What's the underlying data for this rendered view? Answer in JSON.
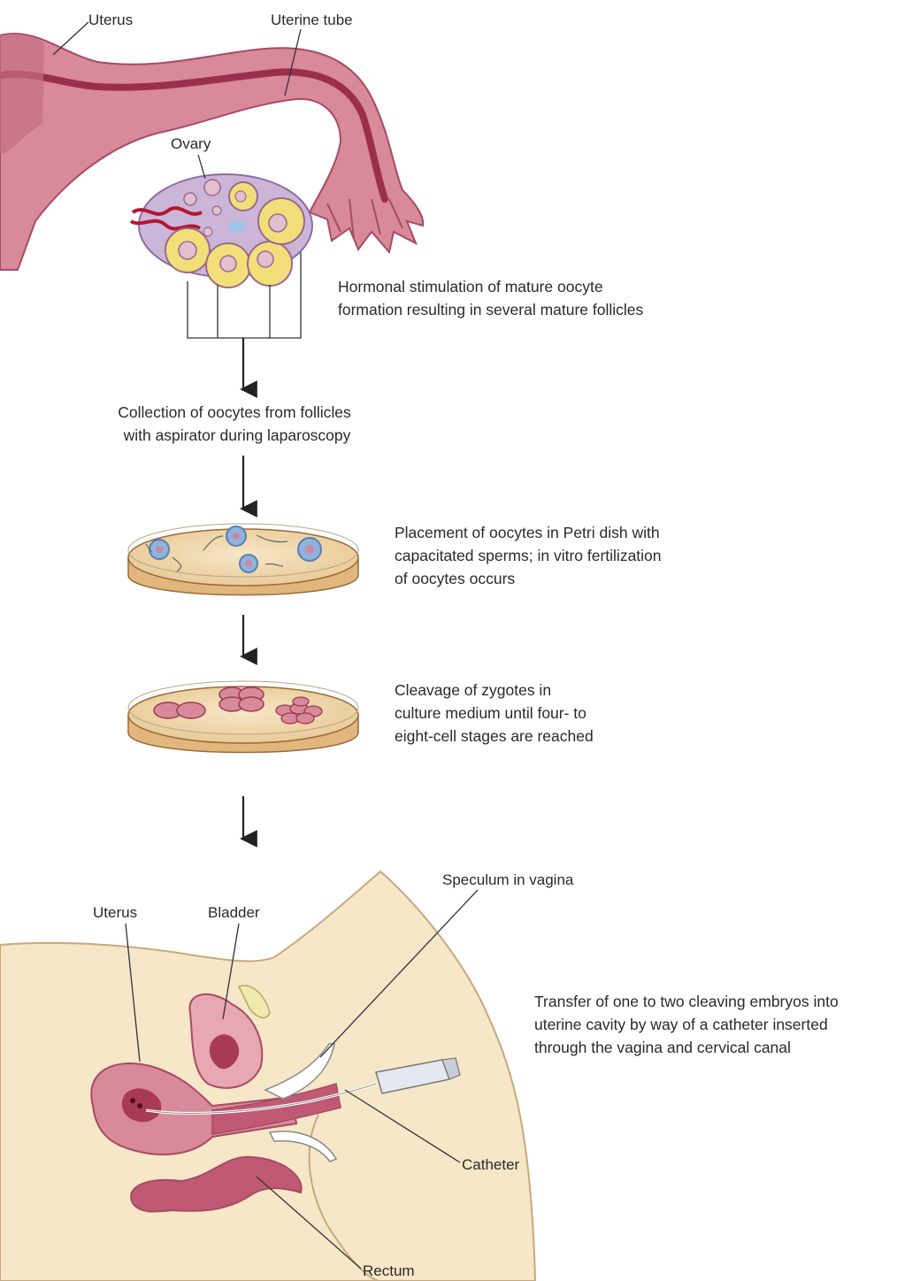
{
  "labels": {
    "uterus_top": "Uterus",
    "uterine_tube": "Uterine tube",
    "ovary": "Ovary",
    "uterus_bottom": "Uterus",
    "bladder": "Bladder",
    "speculum": "Speculum in vagina",
    "catheter": "Catheter",
    "rectum": "Rectum"
  },
  "steps": [
    {
      "lines": [
        "Hormonal stimulation of mature oocyte",
        "formation resulting in several mature follicles"
      ]
    },
    {
      "lines": [
        "Collection of oocytes from follicles",
        "with aspirator during laparoscopy"
      ]
    },
    {
      "lines": [
        "Placement of oocytes in Petri dish with",
        "capacitated sperms; in vitro fertilization",
        "of oocytes occurs"
      ]
    },
    {
      "lines": [
        "Cleavage of zygotes in",
        "culture medium until four- to",
        "eight-cell stages are reached"
      ]
    },
    {
      "lines": [
        "Transfer of one to two cleaving embryos into",
        "uterine cavity by way of a catheter inserted",
        "through the vagina and cervical canal"
      ]
    }
  ],
  "colors": {
    "tissue": "#d98a98",
    "tissue_dark": "#a83a55",
    "follicle": "#f2df7a",
    "ovary": "#c9b3d9",
    "dish": "#efd3a5",
    "skin": "#f6e7c8"
  }
}
